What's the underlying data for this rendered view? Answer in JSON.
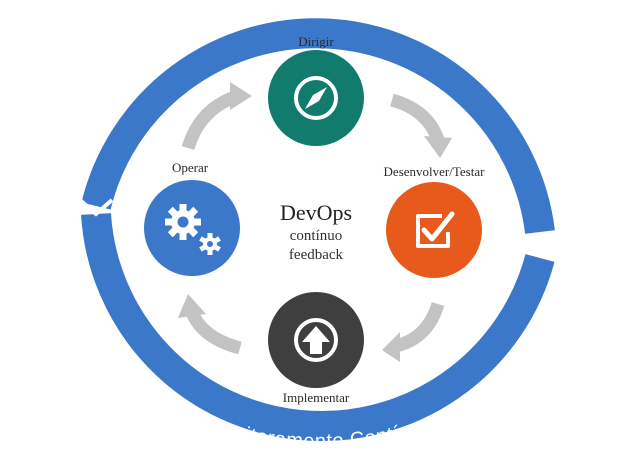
{
  "center": {
    "title": "DevOps",
    "line1": "contínuo",
    "line2": "feedback"
  },
  "ring": {
    "label": "Monitoramento Contínuo",
    "color": "#3b78c9"
  },
  "stages": {
    "plan": {
      "label": "Dirigir",
      "icon": "compass-icon",
      "color": "#117b6e"
    },
    "develop": {
      "label": "Desenvolver/Testar",
      "icon": "checkbox-icon",
      "color": "#e85a1c"
    },
    "deploy": {
      "label": "Implementar",
      "icon": "upload-arrow-icon",
      "color": "#3f3f3f"
    },
    "operate": {
      "label": "Operar",
      "icon": "gears-icon",
      "color": "#3b78c9"
    }
  },
  "arrow_color": "#c3c3c3"
}
